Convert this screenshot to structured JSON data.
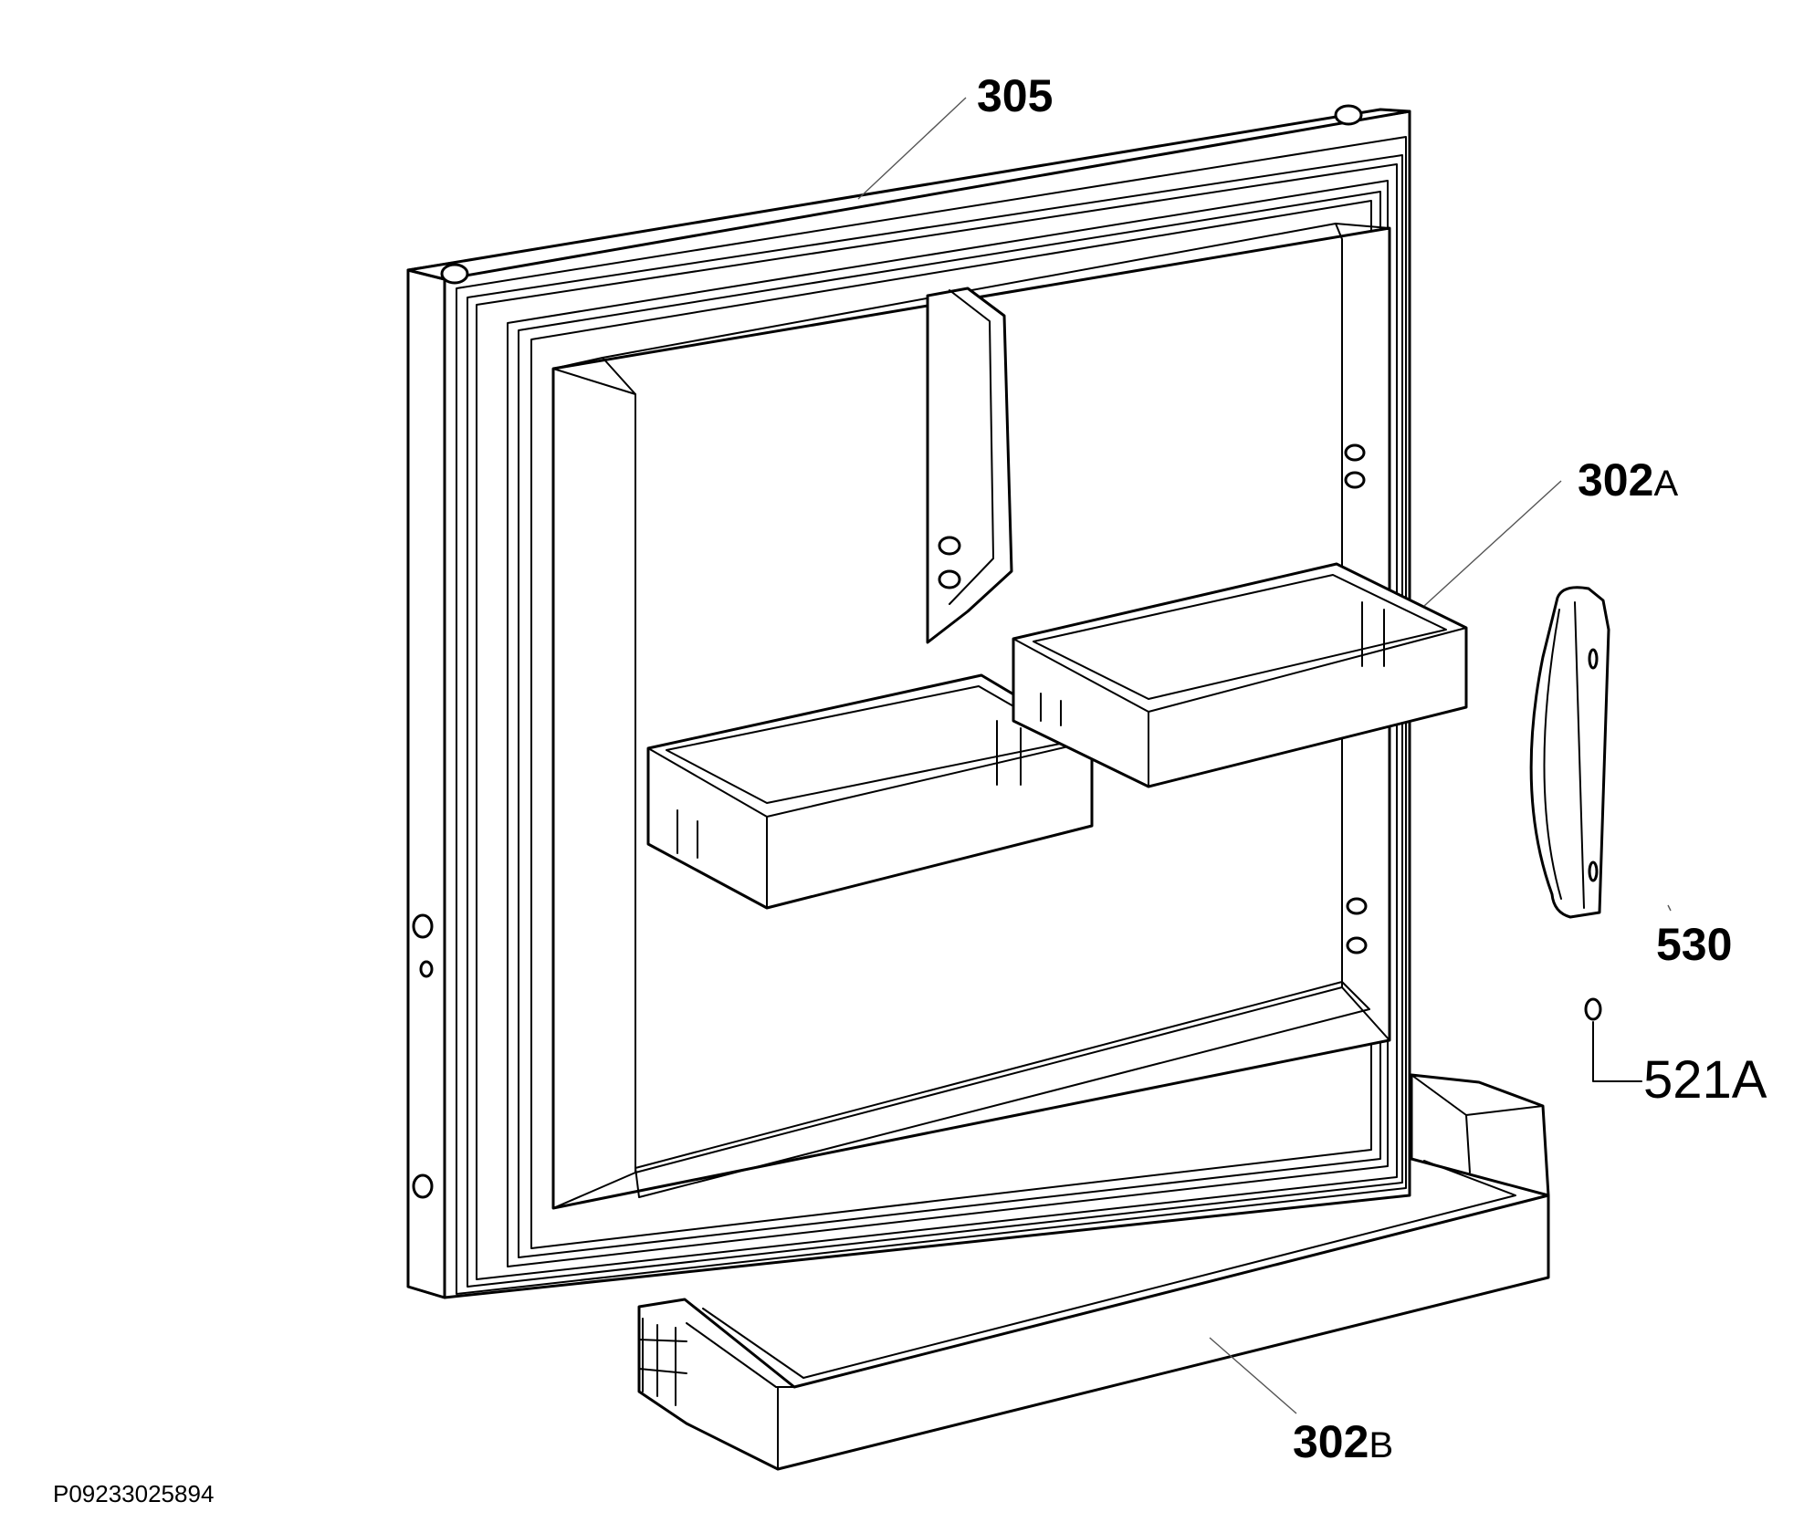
{
  "callouts": {
    "frame_305": "305",
    "shelf_302a_num": "302",
    "shelf_302a_suffix": "A",
    "handle_530": "530",
    "cap_521a": "521A",
    "tray_302b_num": "302",
    "tray_302b_suffix": "B"
  },
  "drawing_code": "P09233025894",
  "colors": {
    "line": "#000000",
    "leader": "#555555",
    "background": "#ffffff"
  }
}
